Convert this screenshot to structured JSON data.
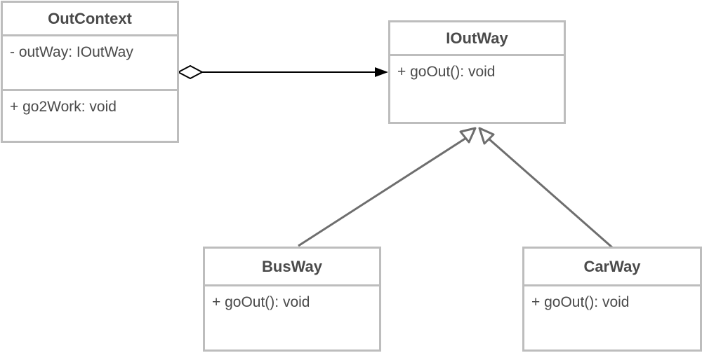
{
  "classes": {
    "out_context": {
      "name": "OutContext",
      "attributes": [
        "- outWay: IOutWay"
      ],
      "operations": [
        "+ go2Work: void"
      ]
    },
    "i_out_way": {
      "name": "IOutWay",
      "operations": [
        "+ goOut(): void"
      ]
    },
    "bus_way": {
      "name": "BusWay",
      "operations": [
        "+ goOut(): void"
      ]
    },
    "car_way": {
      "name": "CarWay",
      "operations": [
        "+ goOut(): void"
      ]
    }
  },
  "relations": [
    {
      "type": "aggregation",
      "from": "OutContext",
      "to": "IOutWay"
    },
    {
      "type": "realization",
      "from": "BusWay",
      "to": "IOutWay"
    },
    {
      "type": "realization",
      "from": "CarWay",
      "to": "IOutWay"
    }
  ],
  "colors": {
    "class_border": "#bdbdbd",
    "text": "#4a4a4a",
    "connector": "#6e6e6e",
    "aggregation_line": "#000000"
  }
}
